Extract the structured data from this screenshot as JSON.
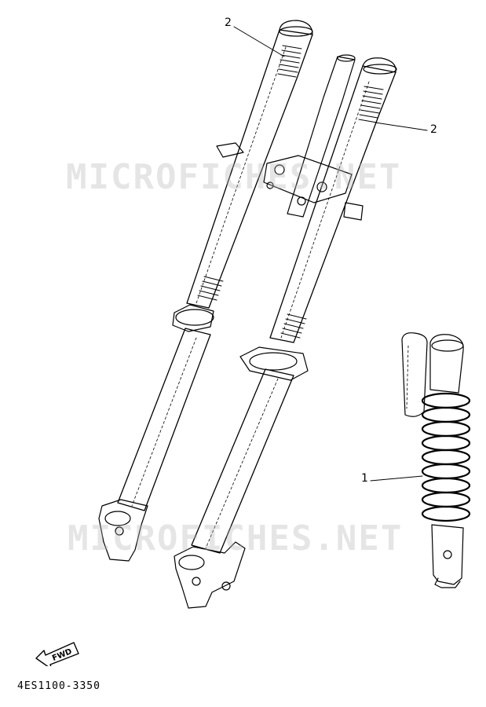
{
  "callouts": {
    "left_fork_spring": "2",
    "right_fork_spring": "2",
    "rear_spring": "1"
  },
  "watermarks": {
    "top": "MICROFICHES.NET",
    "bottom": "MICROFICHES.NET"
  },
  "fwd_label": "FWD",
  "part_number": "4ES1100-3350"
}
